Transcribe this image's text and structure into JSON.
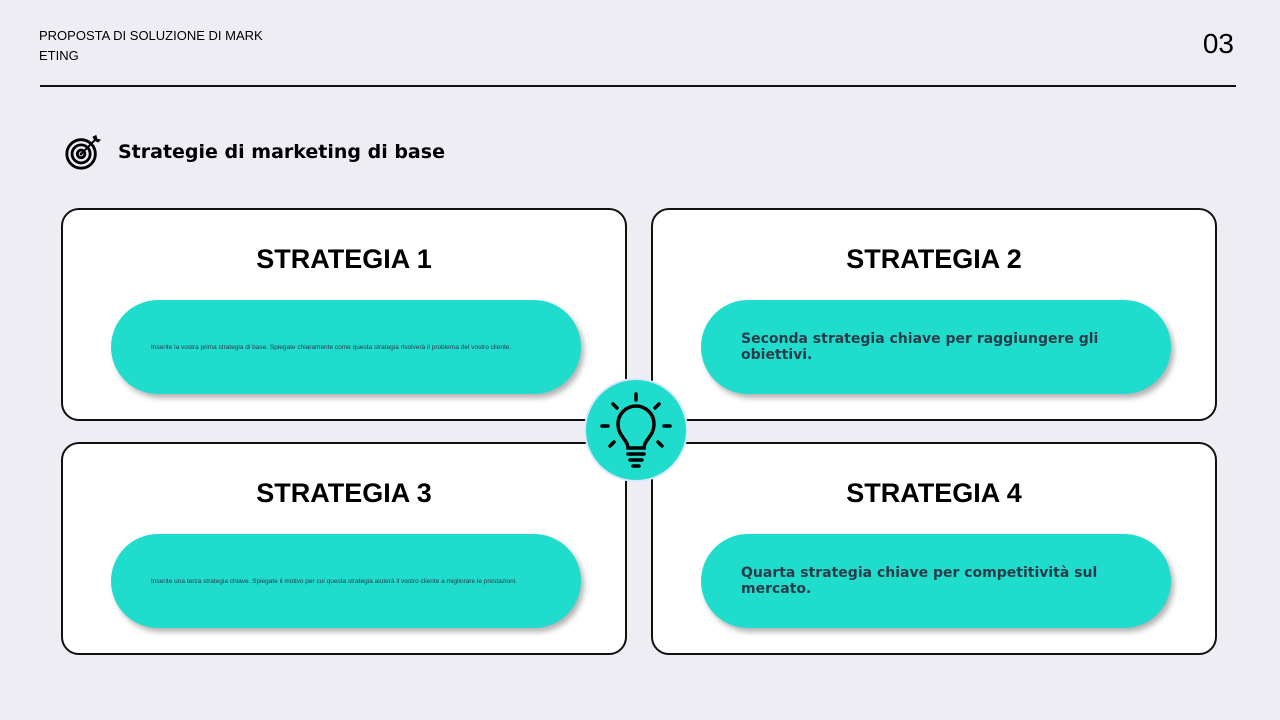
{
  "header": {
    "title": "PROPOSTA DI SOLUZIONE DI MARKETING",
    "page_number": "03"
  },
  "section": {
    "title": "Strategie di marketing di base",
    "icon": "target-icon"
  },
  "center_icon": "lightbulb-icon",
  "accent": "#20dccc",
  "cards": [
    {
      "title": "STRATEGIA 1",
      "text": "Inserite la vostra prima strategia di base. Spiegate chiaramente come questa strategia risolverà il problema del vostro cliente."
    },
    {
      "title": "STRATEGIA 2",
      "text": "Seconda strategia chiave per raggiungere gli obiettivi."
    },
    {
      "title": "STRATEGIA 3",
      "text": "Inserite una terza strategia chiave. Spiegate il motivo per cui questa strategia aiuterà il vostro cliente a migliorare le prestazioni."
    },
    {
      "title": "STRATEGIA 4",
      "text": "Quarta strategia chiave per competitività sul mercato."
    }
  ]
}
